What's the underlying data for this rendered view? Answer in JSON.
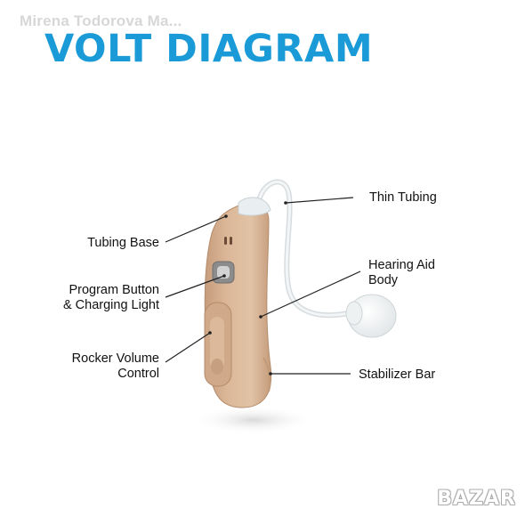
{
  "watermark": "Mirena Todorova Ma...",
  "title": "VOLT DIAGRAM",
  "labels": {
    "thin_tubing": "Thin Tubing",
    "tubing_base": "Tubing Base",
    "hearing_aid_body_1": "Hearing Aid",
    "hearing_aid_body_2": "Body",
    "program_button_1": "Program Button",
    "program_button_2": "& Charging Light",
    "rocker_volume_1": "Rocker Volume",
    "rocker_volume_2": "Control",
    "stabilizer_bar": "Stabilizer Bar"
  },
  "brand": "BAZAR",
  "colors": {
    "title": "#1a9bd7",
    "device_body": "#d8b394",
    "device_shadow": "#b8906f",
    "tubing": "#e6eaec",
    "leader_lines": "#222222"
  }
}
